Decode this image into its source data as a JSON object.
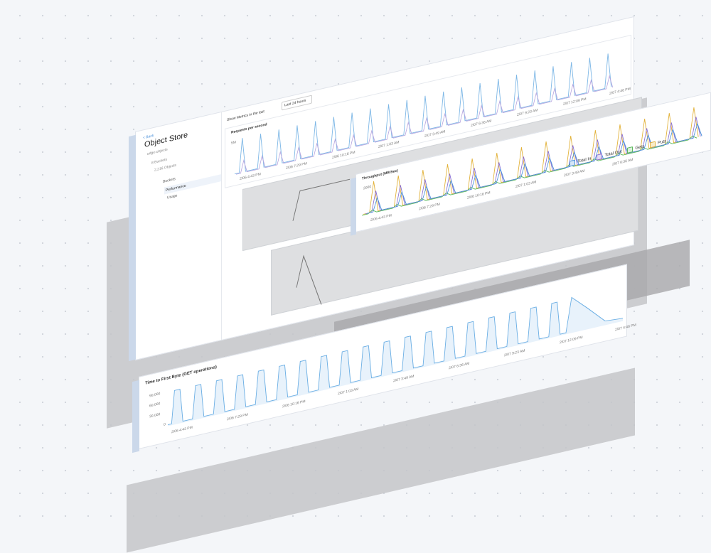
{
  "sidebar": {
    "back": "< Back",
    "title": "Object Store",
    "subtitle": "edge-objects",
    "buckets_count": "8 Buckets",
    "objects_count": "2,216 Objects",
    "items": [
      "Buckets",
      "Performance",
      "Usage"
    ]
  },
  "toolbar": {
    "show_label": "Show Metrics in the last",
    "range": "Last 24 hours"
  },
  "requests_chart": {
    "title": "Requests per second",
    "y_tick": "5M",
    "x_ticks": [
      "2/06 4:43 PM",
      "2/06 7:29 PM",
      "2/06 10:16 PM",
      "2/07 1:03 AM",
      "2/07 3:49 AM",
      "2/07 6:36 AM",
      "2/07 9:23 AM",
      "2/07 12:09 PM",
      "2/07 4:46 PM"
    ]
  },
  "throughput_chart": {
    "title": "Throughput (MB/Sec)",
    "y_tick": "2000",
    "x_ticks": [
      "2/06 4:43 PM",
      "2/06 7:29 PM",
      "2/06 10:16 PM",
      "2/07 1:03 AM",
      "2/07 3:49 AM",
      "2/07 6:36 AM"
    ],
    "legend": [
      {
        "label": "Total In",
        "color": "#4a90d9"
      },
      {
        "label": "Total Out",
        "color": "#8a6fd1"
      },
      {
        "label": "Gets",
        "color": "#5cb85c"
      },
      {
        "label": "Puts",
        "color": "#e2b23a"
      }
    ]
  },
  "ttfb_chart": {
    "title": "Time to First Byte (GET operations)",
    "y_ticks": [
      "90,000",
      "60,000",
      "30,000",
      "0"
    ],
    "x_ticks": [
      "2/06 4:43 PM",
      "2/06 7:29 PM",
      "2/06 10:16 PM",
      "2/07 1:03 AM",
      "2/07 3:49 AM",
      "2/07 6:36 AM",
      "2/07 9:23 AM",
      "2/07 12:09 PM",
      "2/07 4:46 PM"
    ]
  }
}
